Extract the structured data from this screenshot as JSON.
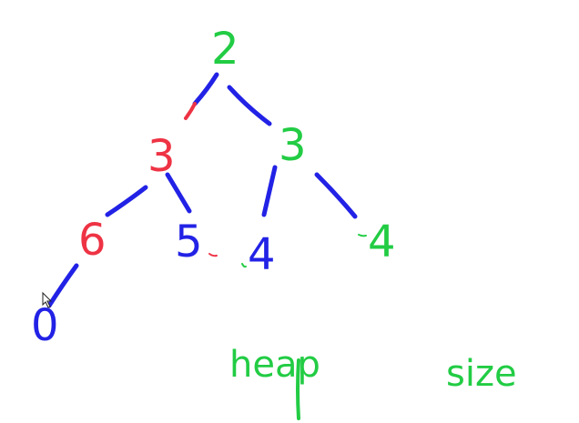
{
  "colors": {
    "green": "#22cc44",
    "blue": "#2222e6",
    "red": "#ee3344",
    "background": "#ffffff"
  },
  "tree": {
    "nodes": [
      {
        "id": "root",
        "label": "2",
        "color": "green"
      },
      {
        "id": "left",
        "label": "3",
        "color": "red"
      },
      {
        "id": "right",
        "label": "3",
        "color": "green"
      },
      {
        "id": "left-left",
        "label": "6",
        "color": "red"
      },
      {
        "id": "left-right",
        "label": "5",
        "color": "blue"
      },
      {
        "id": "right-left",
        "label": "4",
        "color": "blue"
      },
      {
        "id": "right-right",
        "label": "4",
        "color": "green"
      },
      {
        "id": "leaf",
        "label": "0",
        "color": "blue"
      }
    ],
    "edges": [
      {
        "from": "root",
        "to": "left"
      },
      {
        "from": "root",
        "to": "right"
      },
      {
        "from": "left",
        "to": "left-left"
      },
      {
        "from": "left",
        "to": "left-right"
      },
      {
        "from": "right",
        "to": "right-left"
      },
      {
        "from": "right",
        "to": "right-right"
      },
      {
        "from": "left-left",
        "to": "leaf"
      }
    ]
  },
  "annotations": {
    "heap": "heap",
    "size": "size"
  },
  "cursor_icon": "mouse-pointer-icon"
}
